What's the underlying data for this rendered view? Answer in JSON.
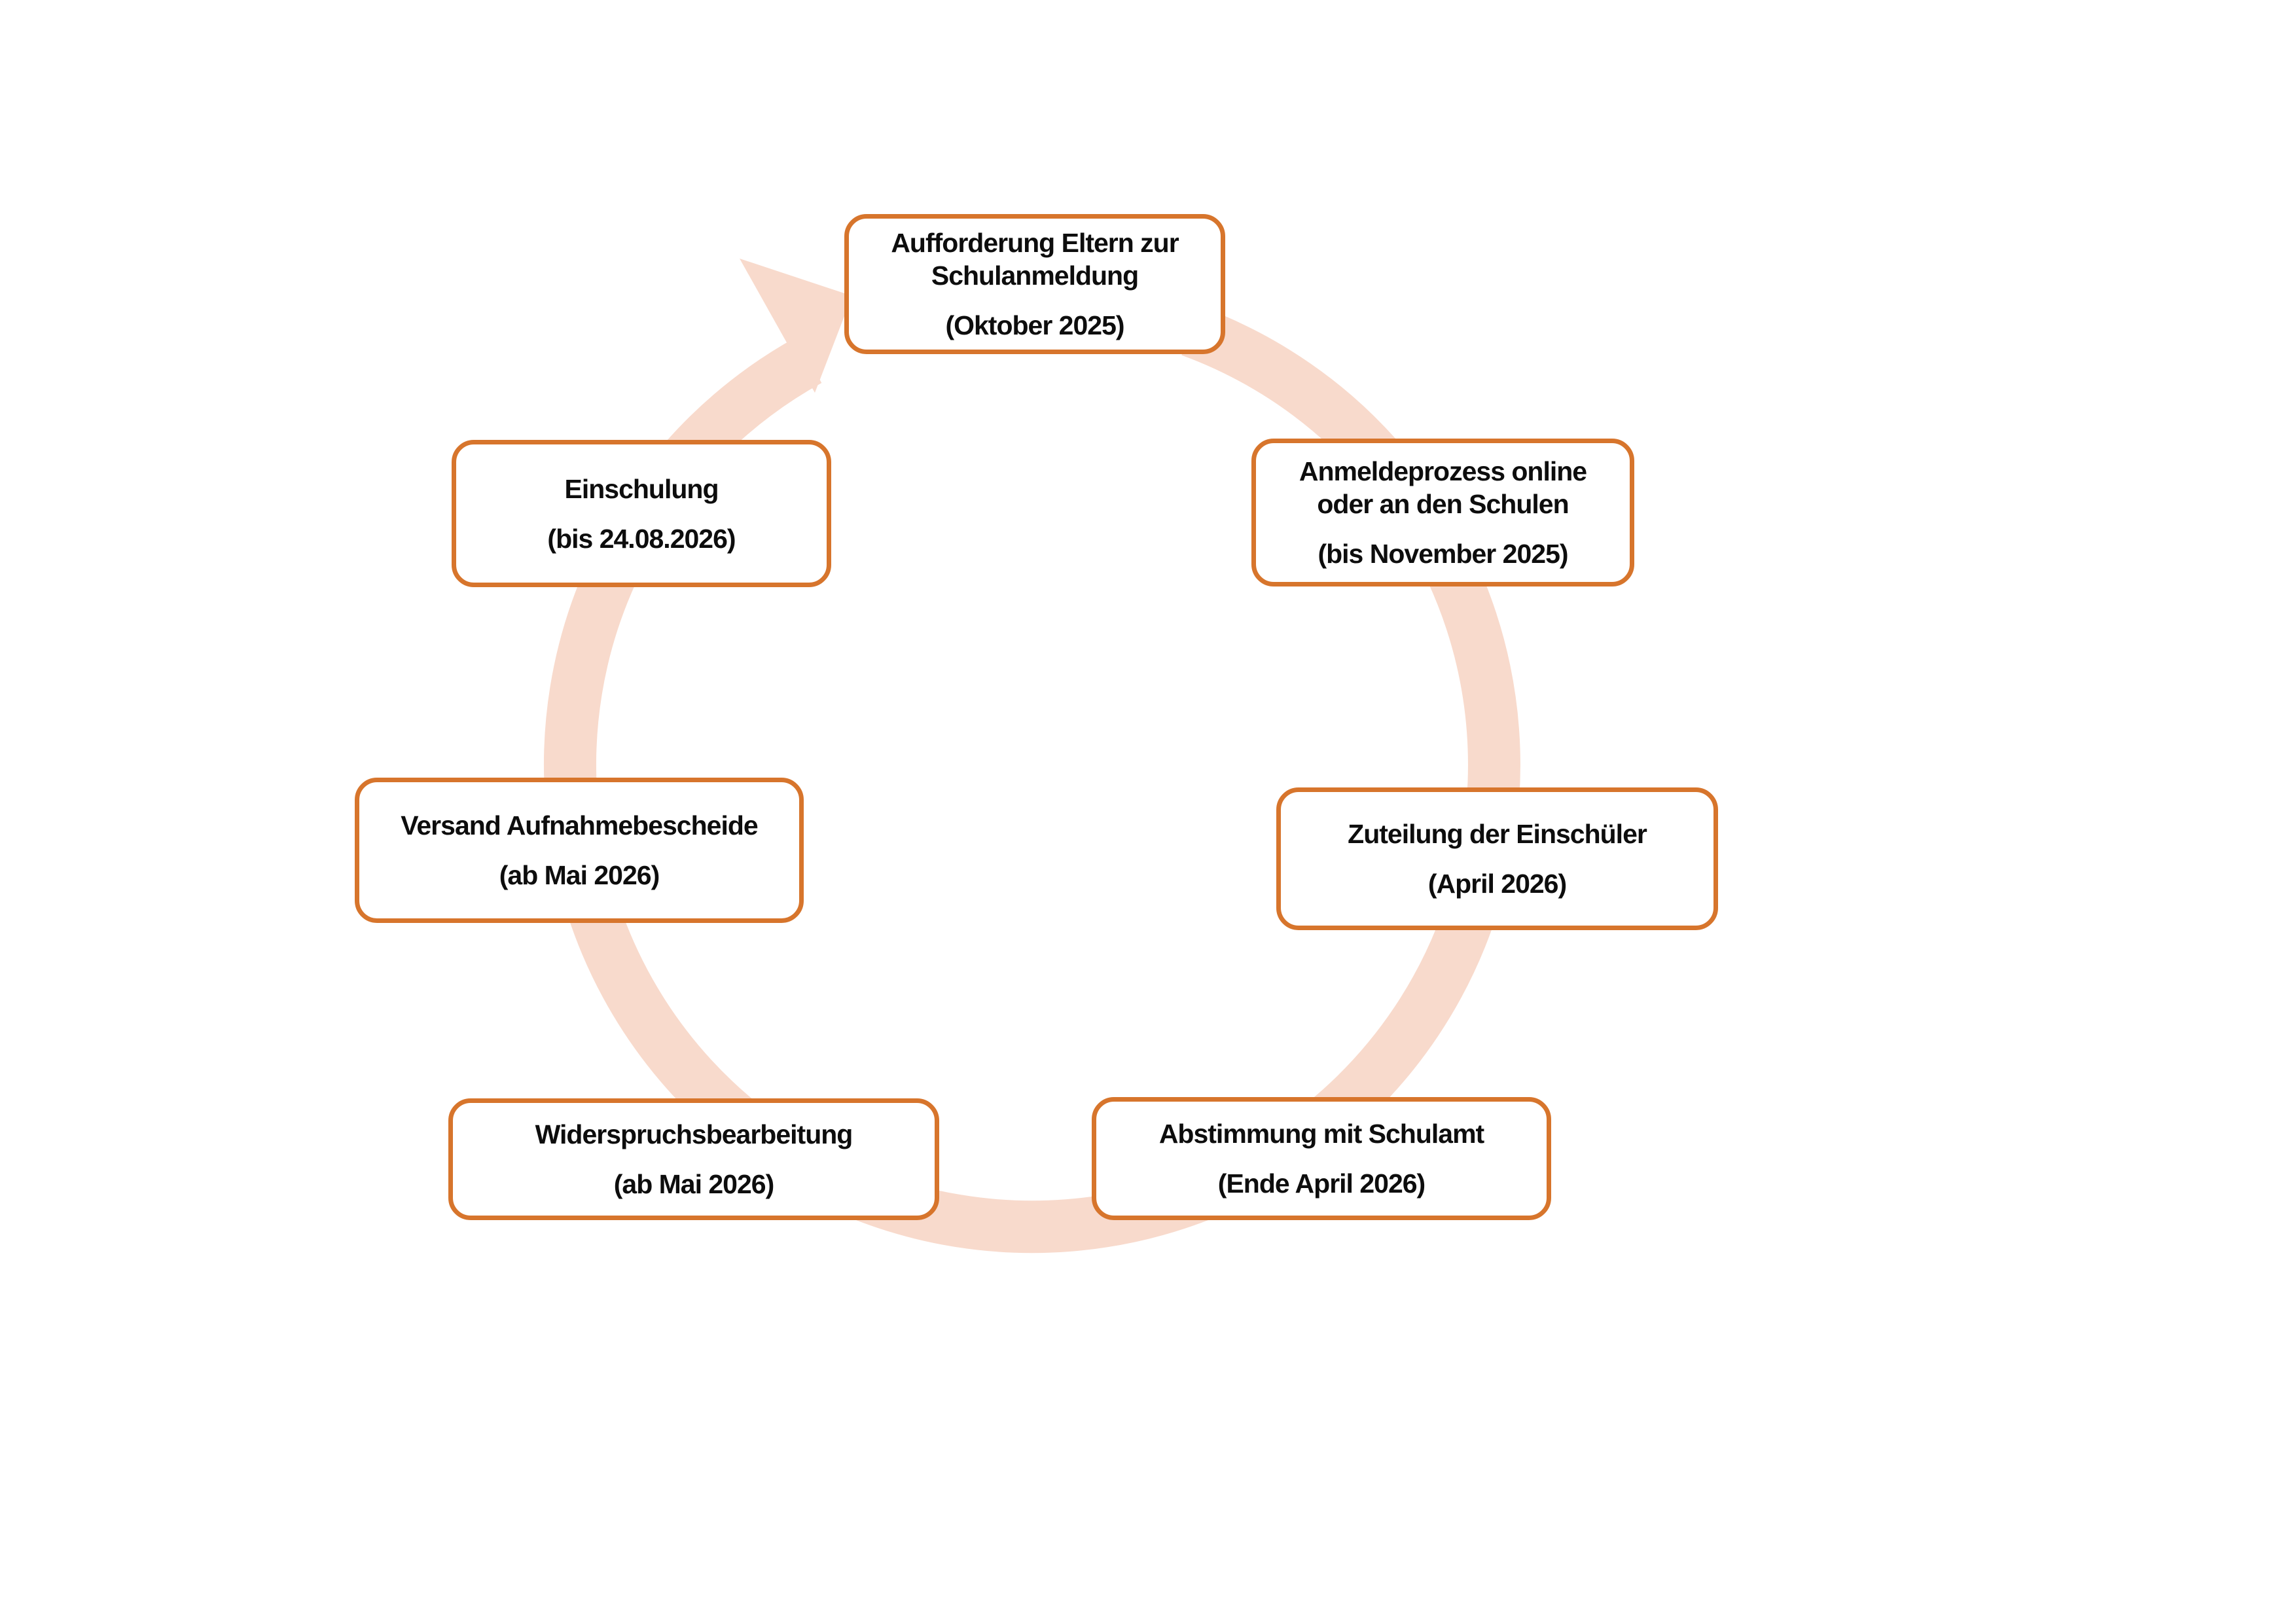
{
  "diagram": {
    "kind": "cycle",
    "direction": "clockwise",
    "colors": {
      "box_border": "#D7752C",
      "box_fill": "#FFFFFF",
      "arrow_ring": "#F8DACC",
      "text": "#0D0D0D",
      "background": "#FFFFFF"
    },
    "steps": [
      {
        "position": "top",
        "lines": [
          "Aufforderung Eltern zur",
          "Schulanmeldung"
        ],
        "date": "(Oktober 2025)"
      },
      {
        "position": "upper-right",
        "lines": [
          "Anmeldeprozess online",
          "oder an den Schulen"
        ],
        "date": "(bis November 2025)"
      },
      {
        "position": "right",
        "lines": [
          "Zuteilung der Einschüler"
        ],
        "date": "(April 2026)"
      },
      {
        "position": "bottom-right",
        "lines": [
          "Abstimmung mit Schulamt"
        ],
        "date": "(Ende April 2026)"
      },
      {
        "position": "bottom-left",
        "lines": [
          "Widerspruchsbearbeitung"
        ],
        "date": "(ab Mai 2026)"
      },
      {
        "position": "left",
        "lines": [
          "Versand Aufnahmebescheide"
        ],
        "date": "(ab Mai 2026)"
      },
      {
        "position": "upper-left",
        "lines": [
          "Einschulung"
        ],
        "date": "(bis 24.08.2026)"
      }
    ]
  }
}
